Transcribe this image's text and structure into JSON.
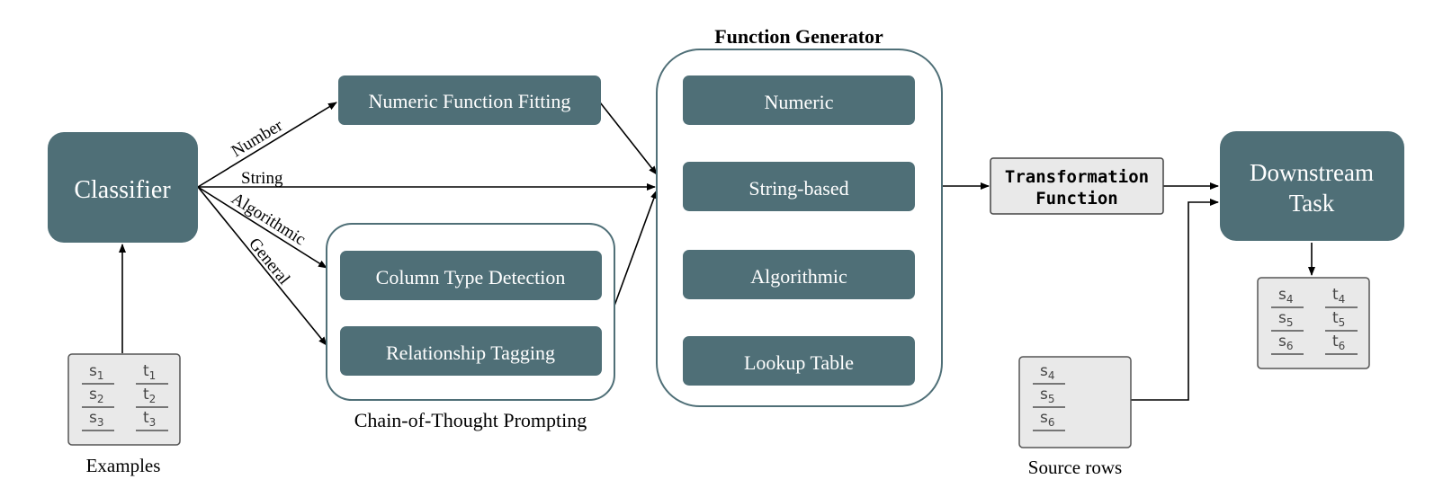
{
  "colors": {
    "box_fill": "#4f6f77",
    "container_stroke": "#4f6f77",
    "table_fill": "#e9e9e9",
    "table_stroke": "#555555",
    "arrow": "#000000",
    "box_text": "#ffffff"
  },
  "classifier": {
    "label": "Classifier"
  },
  "examples": {
    "caption": "Examples",
    "rows": [
      {
        "s": "s",
        "s_sub": "1",
        "t": "t",
        "t_sub": "1"
      },
      {
        "s": "s",
        "s_sub": "2",
        "t": "t",
        "t_sub": "2"
      },
      {
        "s": "s",
        "s_sub": "3",
        "t": "t",
        "t_sub": "3"
      }
    ]
  },
  "edges": {
    "number": "Number",
    "string": "String",
    "algorithmic": "Algorithmic",
    "general": "General"
  },
  "numeric_fitting": {
    "label": "Numeric Function Fitting"
  },
  "cot": {
    "caption": "Chain-of-Thought Prompting",
    "items": [
      "Column Type Detection",
      "Relationship Tagging"
    ]
  },
  "function_generator": {
    "title": "Function Generator",
    "items": [
      "Numeric",
      "String-based",
      "Algorithmic",
      "Lookup Table"
    ]
  },
  "transformation": {
    "line1": "Transformation",
    "line2": "Function"
  },
  "source_rows": {
    "caption": "Source rows",
    "rows": [
      {
        "s": "s",
        "s_sub": "4"
      },
      {
        "s": "s",
        "s_sub": "5"
      },
      {
        "s": "s",
        "s_sub": "6"
      }
    ]
  },
  "downstream": {
    "line1": "Downstream",
    "line2": "Task"
  },
  "output": {
    "rows": [
      {
        "s": "s",
        "s_sub": "4",
        "t": "t",
        "t_sub": "4"
      },
      {
        "s": "s",
        "s_sub": "5",
        "t": "t",
        "t_sub": "5"
      },
      {
        "s": "s",
        "s_sub": "6",
        "t": "t",
        "t_sub": "6"
      }
    ]
  }
}
